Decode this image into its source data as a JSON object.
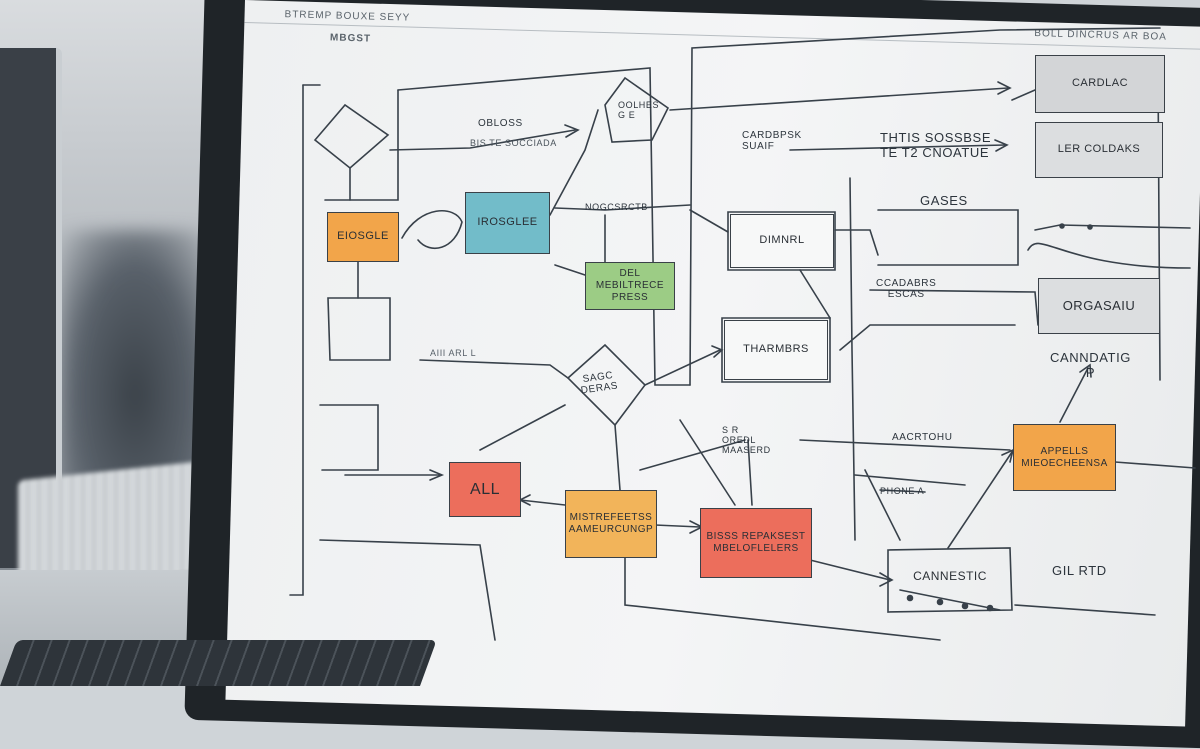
{
  "screen": {
    "top_header": "BTREMP BOUXE SEYY",
    "top_right": "BOLL DINCRUS AR BOA",
    "small_tab": "MBGST"
  },
  "notes": [
    {
      "id": "caidlac",
      "text": "CARDLAC",
      "color": "#d3d5d7"
    },
    {
      "id": "ler-coldaks",
      "text": "LER COLDAKS",
      "color": "#dcdee0"
    },
    {
      "id": "orgasaiu",
      "text": "ORGASAIU",
      "color": "#dcdee0"
    },
    {
      "id": "eiosgle",
      "text": "EIOSGLE",
      "color": "#f2a54a"
    },
    {
      "id": "irosglee",
      "text": "IROSGLEE",
      "color": "#72bcc9"
    },
    {
      "id": "dimnrl",
      "text": "DIMNRL",
      "color": "#f7f8f8"
    },
    {
      "id": "mebiltrece",
      "text": "DEL\nMEBILTRECE\nPRESS",
      "color": "#9ccc85"
    },
    {
      "id": "tharmbrs",
      "text": "THARMBRS",
      "color": "#f7f8f8"
    },
    {
      "id": "all",
      "text": "ALL",
      "color": "#ec6e5c"
    },
    {
      "id": "mistrefeetss",
      "text": "MISTREFEETSS\nAAMEURCUNGP",
      "color": "#f2b45a"
    },
    {
      "id": "bieses",
      "text": "BISSS REPAKSEST\nMBELOFLELERS",
      "color": "#ec6e5c"
    },
    {
      "id": "appells",
      "text": "APPELLS\nMIEOECHEENSA",
      "color": "#f2a54a"
    },
    {
      "id": "cannestic",
      "text": "CANNESTIC",
      "color": "#eef0f1"
    }
  ],
  "labels": {
    "obloss": "OBLOSS",
    "oolhes": "OOLHES\nG  E",
    "cardbpsk": "CARDBPSK\nSUAIF",
    "thtis": "THTIS SOSSBSE\nTE  T2  CNOATUE",
    "gases": "GASES",
    "ccadabrs": "CCADABRS\nESCAS",
    "canndatig": "CANNDATIG\nP",
    "nogcsrctb": "NOGCSRCTB",
    "sagc": "SAGC\nDERAS",
    "s_r": "S  R\nOREDL\nMAASERD",
    "aacrtohu": "AACRTOHU",
    "phone": "PHONE  A",
    "aiii": "AIII  ARL  L",
    "gil_rtd": "GIL   RTD",
    "bis": "BIS  TE  SOCCIADA"
  }
}
